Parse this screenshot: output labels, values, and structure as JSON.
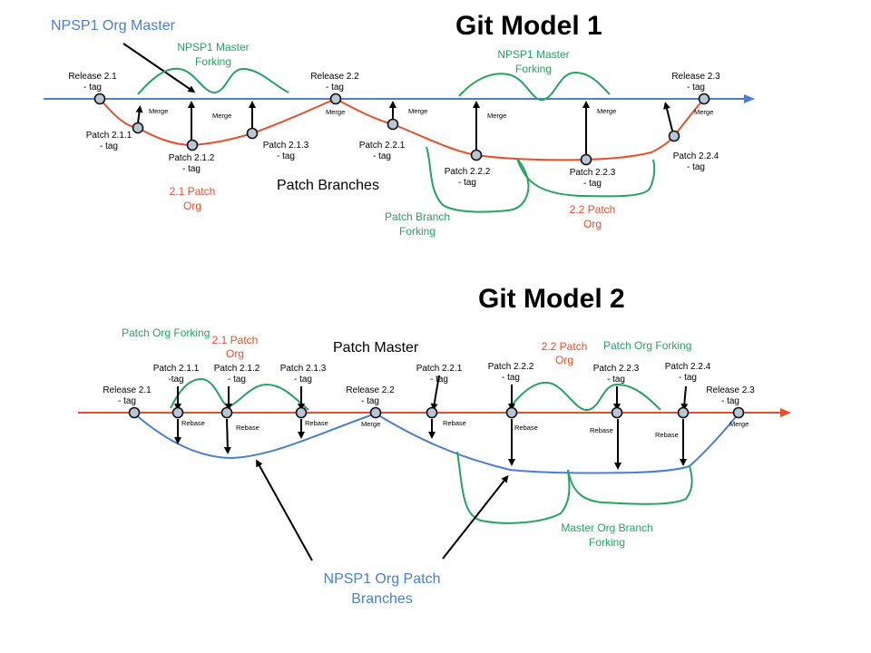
{
  "colors": {
    "blue": "#4a7fd1",
    "red": "#e8502a",
    "green": "#26a45f",
    "black": "#000000",
    "node": "#b9c6d4"
  },
  "model1": {
    "title": "Git Model 1",
    "org_master_label": "NPSP1 Org Master",
    "master_forking_1": [
      "NPSP1 Master",
      "Forking"
    ],
    "master_forking_2": [
      "NPSP1 Master",
      "Forking"
    ],
    "patch_branches": "Patch Branches",
    "patch_org_21": [
      "2.1 Patch",
      "Org"
    ],
    "patch_org_22": [
      "2.2 Patch",
      "Org"
    ],
    "patch_branch_forking": [
      "Patch Branch",
      "Forking"
    ],
    "releases": [
      {
        "label": "Release 2.1",
        "tag": "- tag"
      },
      {
        "label": "Release 2.2",
        "tag": "- tag"
      },
      {
        "label": "Release 2.3",
        "tag": "- tag"
      }
    ],
    "patches": [
      {
        "label": "Patch 2.1.1",
        "tag": "- tag"
      },
      {
        "label": "Patch 2.1.2",
        "tag": "- tag"
      },
      {
        "label": "Patch 2.1.3",
        "tag": "- tag"
      },
      {
        "label": "Patch 2.2.1",
        "tag": "- tag"
      },
      {
        "label": "Patch 2.2.2",
        "tag": "- tag"
      },
      {
        "label": "Patch 2.2.3",
        "tag": "- tag"
      },
      {
        "label": "Patch 2.2.4",
        "tag": "- tag"
      }
    ],
    "merge_label": "Merge"
  },
  "model2": {
    "title": "Git Model 2",
    "patch_master": "Patch Master",
    "patch_org_forking_1": "Patch Org Forking",
    "patch_org_forking_2": "Patch Org Forking",
    "patch_org_21": [
      "2.1 Patch",
      "Org"
    ],
    "patch_org_22": [
      "2.2 Patch",
      "Org"
    ],
    "master_org_branch_forking": [
      "Master Org Branch",
      "Forking"
    ],
    "org_patch_branches": [
      "NPSP1 Org Patch",
      "Branches"
    ],
    "releases": [
      {
        "label": "Release 2.1",
        "tag": "- tag"
      },
      {
        "label": "Release 2.2",
        "tag": "- tag"
      },
      {
        "label": "Release 2.3",
        "tag": "- tag"
      }
    ],
    "patches": [
      {
        "label": "Patch 2.1.1",
        "tag": "-tag"
      },
      {
        "label": "Patch 2.1.2",
        "tag": "- tag"
      },
      {
        "label": "Patch 2.1.3",
        "tag": "- tag"
      },
      {
        "label": "Patch 2.2.1",
        "tag": "- tag"
      },
      {
        "label": "Patch 2.2.2",
        "tag": "- tag"
      },
      {
        "label": "Patch 2.2.3",
        "tag": "- tag"
      },
      {
        "label": "Patch 2.2.4",
        "tag": "- tag"
      }
    ],
    "rebase_label": "Rebase",
    "merge_label": "Merge"
  }
}
